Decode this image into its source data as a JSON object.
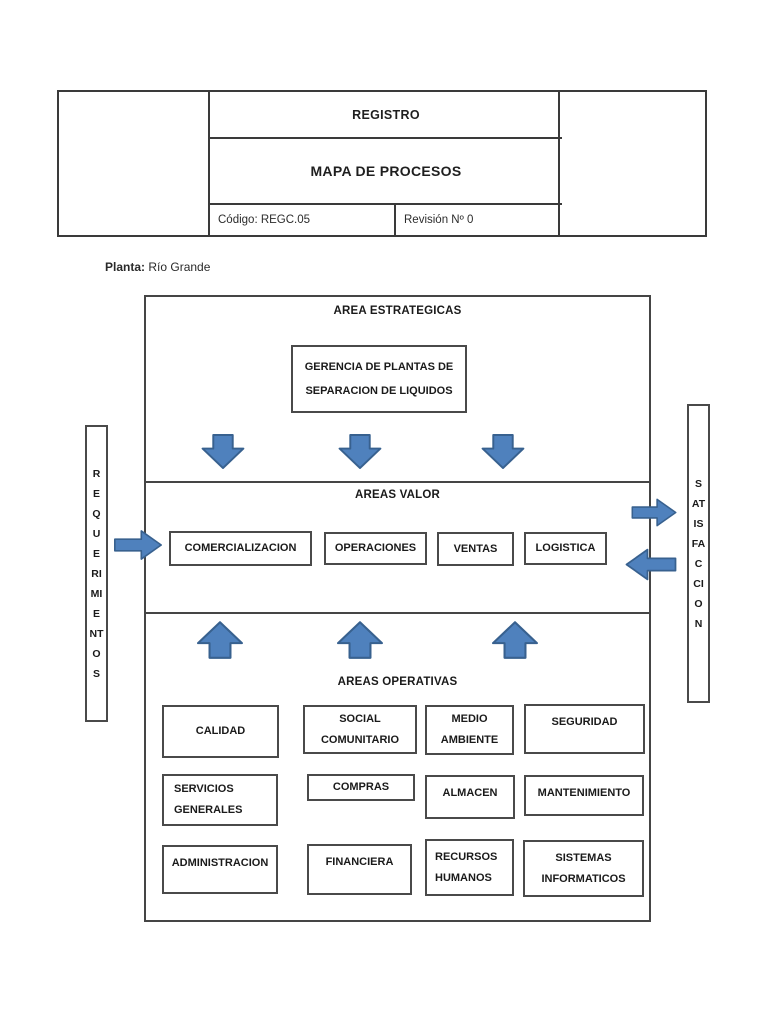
{
  "header": {
    "registro": "REGISTRO",
    "title": "MAPA DE PROCESOS",
    "codigo": "Código: REGC.05",
    "revision": "Revisión Nº 0"
  },
  "planta": {
    "label": "Planta:",
    "value": "Río Grande"
  },
  "diagram": {
    "strategic": {
      "title": "AREA ESTRATEGICAS",
      "box_line1": "GERENCIA DE PLANTAS DE",
      "box_line2": "SEPARACION DE LIQUIDOS"
    },
    "valor": {
      "title": "AREAS VALOR",
      "boxes": [
        "COMERCIALIZACION",
        "OPERACIONES",
        "VENTAS",
        "LOGISTICA"
      ]
    },
    "operativas": {
      "title": "AREAS OPERATIVAS",
      "row1": [
        "CALIDAD",
        "SOCIAL COMUNITARIO",
        "MEDIO AMBIENTE",
        "SEGURIDAD"
      ],
      "row2": [
        "SERVICIOS GENERALES",
        "COMPRAS",
        "ALMACEN",
        "MANTENIMIENTO"
      ],
      "row3": [
        "ADMINISTRACION",
        "FINANCIERA",
        "RECURSOS HUMANOS",
        "SISTEMAS INFORMATICOS"
      ]
    },
    "left_rail": "REQUERIMIENTOS",
    "right_rail": "SATISFACCION"
  },
  "colors": {
    "arrow_fill": "#4f81bd",
    "arrow_stroke": "#38618f"
  }
}
